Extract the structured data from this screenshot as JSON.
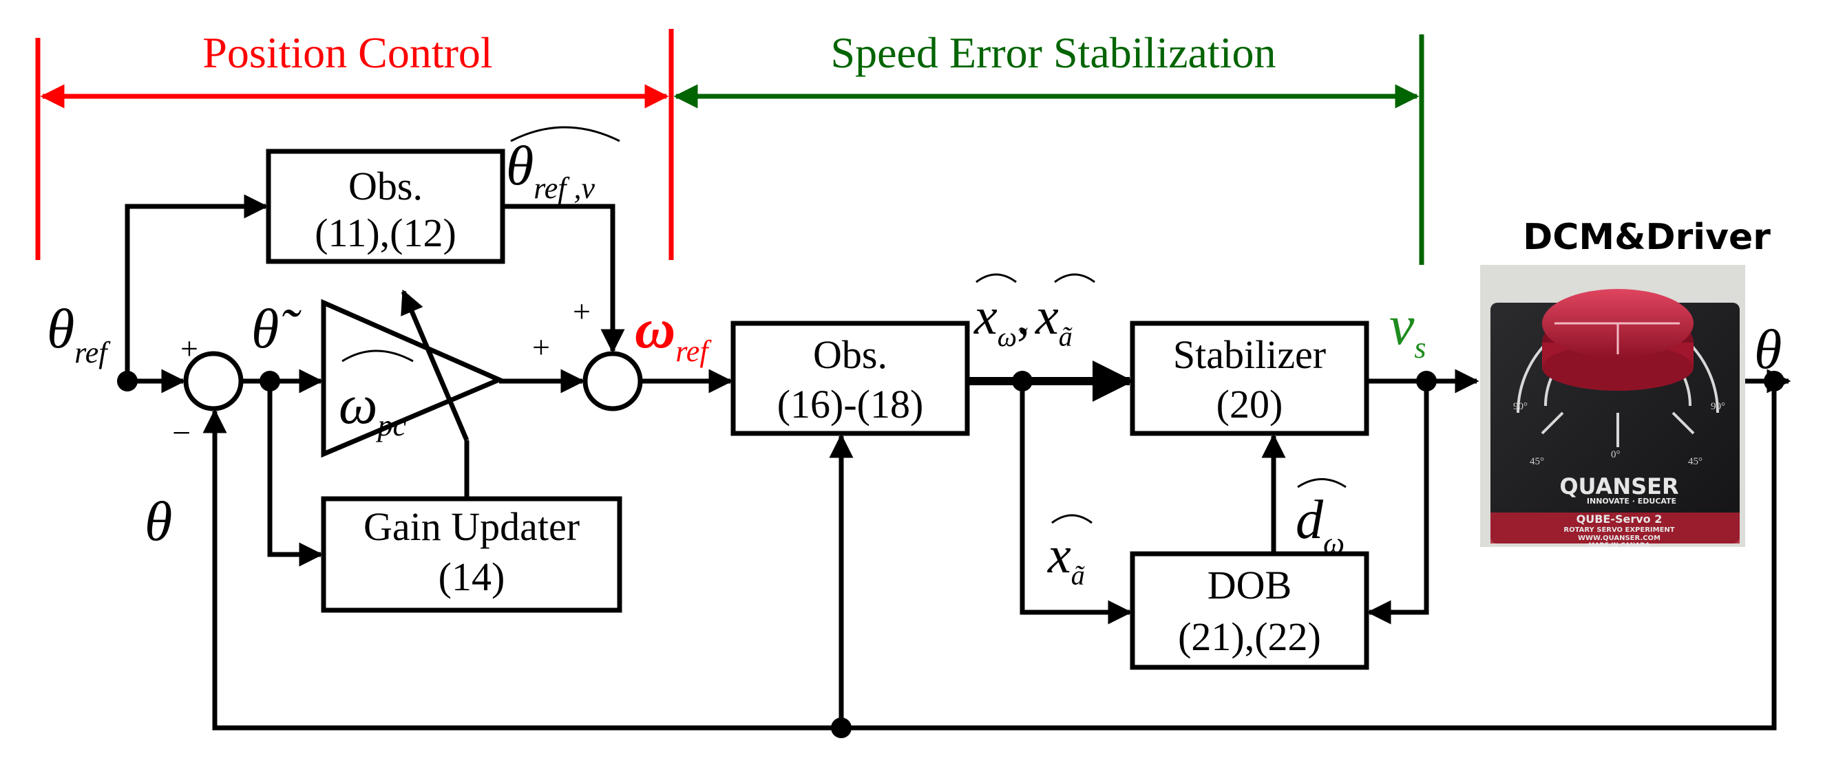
{
  "sections": {
    "position_control": "Position Control",
    "speed_error_stabilization": "Speed Error Stabilization"
  },
  "colors": {
    "position_control": "#ff0000",
    "speed_error_stabilization": "#006400",
    "omega_ref": "#ff0000",
    "v_s": "#1e8c1e",
    "line": "#000000",
    "motor_body": "#1c1c1e",
    "motor_knob": "#c8203e"
  },
  "blocks": {
    "obs_pos": {
      "title": "Obs.",
      "eq": "(11),(12)"
    },
    "gain_updater": {
      "title": "Gain Updater",
      "eq": "(14)"
    },
    "obs_speed": {
      "title": "Obs.",
      "eq": "(16)-(18)"
    },
    "stabilizer": {
      "title": "Stabilizer",
      "eq": "(20)"
    },
    "dob": {
      "title": "DOB",
      "eq": "(21),(22)"
    }
  },
  "signals": {
    "theta_ref": {
      "base": "θ",
      "sub": "ref"
    },
    "theta_tilde": {
      "base": "θ̃"
    },
    "theta_ref_v_hat": {
      "base": "θ",
      "sub": "ref ,v"
    },
    "omega_pc_hat": {
      "base": "ω",
      "sub": "pc"
    },
    "omega_ref": {
      "base": "ω",
      "sub": "ref"
    },
    "x_hat_omega": {
      "base": "x",
      "sub": "ω̃"
    },
    "separator": ",",
    "x_hat_a": {
      "base": "x",
      "sub": "ã"
    },
    "v_s": {
      "base": "v",
      "sub": "s"
    },
    "theta_out": "θ",
    "theta_feedback": "θ",
    "d_hat_omega": {
      "base": "d",
      "sub": "ω"
    }
  },
  "signs": {
    "sum1_plus": "+",
    "sum1_minus": "−",
    "sum2_plus_top": "+",
    "sum2_plus_left": "+"
  },
  "device": {
    "label": "DCM&Driver",
    "brand": "QUANSER",
    "tagline": "INNOVATE · EDUCATE",
    "model": "QUBE-Servo 2",
    "subtitle": "ROTARY SERVO EXPERIMENT",
    "url": "WWW.QUANSER.COM",
    "made_in": "MADE IN CANADA",
    "dial_marks": [
      "90°",
      "45°",
      "0°",
      "45°",
      "90°"
    ]
  }
}
